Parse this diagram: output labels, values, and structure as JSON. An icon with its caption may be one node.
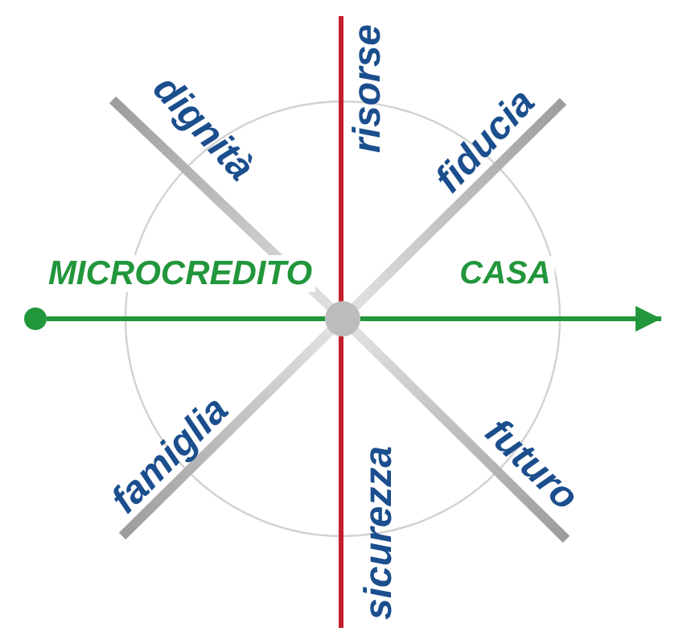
{
  "diagram": {
    "nodes": [
      {
        "text": [],
        "shape": "circle"
      },
      {
        "text": [],
        "shape": "circle"
      }
    ],
    "edges": [
      {
        "from": 0,
        "to": 1,
        "arrow": "none",
        "label": "MICROCREDITO"
      },
      {
        "from": 1,
        "to": null,
        "arrow": "to",
        "label": "CASA"
      }
    ],
    "labels": [
      "dignità",
      "risorse",
      "fiducia",
      "famiglia",
      "sicurezza",
      "futuro"
    ]
  }
}
